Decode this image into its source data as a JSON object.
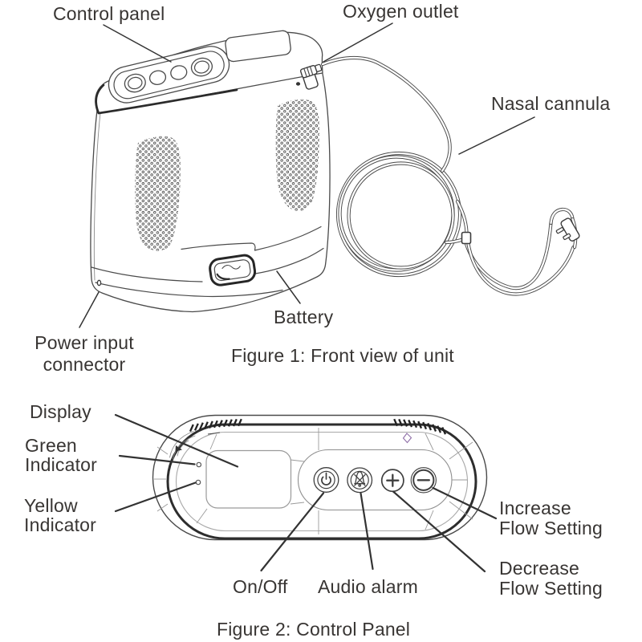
{
  "figure1": {
    "caption": "Figure 1: Front view of unit",
    "labels": {
      "control_panel": "Control panel",
      "oxygen_outlet": "Oxygen outlet",
      "nasal_cannula": "Nasal cannula",
      "battery": "Battery",
      "power_input": "Power input\nconnector"
    }
  },
  "figure2": {
    "caption": "Figure 2: Control Panel",
    "labels": {
      "display": "Display",
      "green_indicator": "Green\nIndicator",
      "yellow_indicator": "Yellow\nIndicator",
      "on_off": "On/Off",
      "audio_alarm": "Audio alarm",
      "increase_flow": "Increase\nFlow Setting",
      "decrease_flow": "Decrease\nFlow Setting"
    }
  },
  "icons": {
    "power": "power-icon",
    "audio_alarm_mute": "bell-muted-icon",
    "increase": "plus-icon",
    "decrease": "minus-icon"
  },
  "colors": {
    "line": "#4a4a4a",
    "dark": "#2b2b2b",
    "text": "#383533",
    "leader": "#333333",
    "accent-diamond": "#8f6fa8"
  }
}
